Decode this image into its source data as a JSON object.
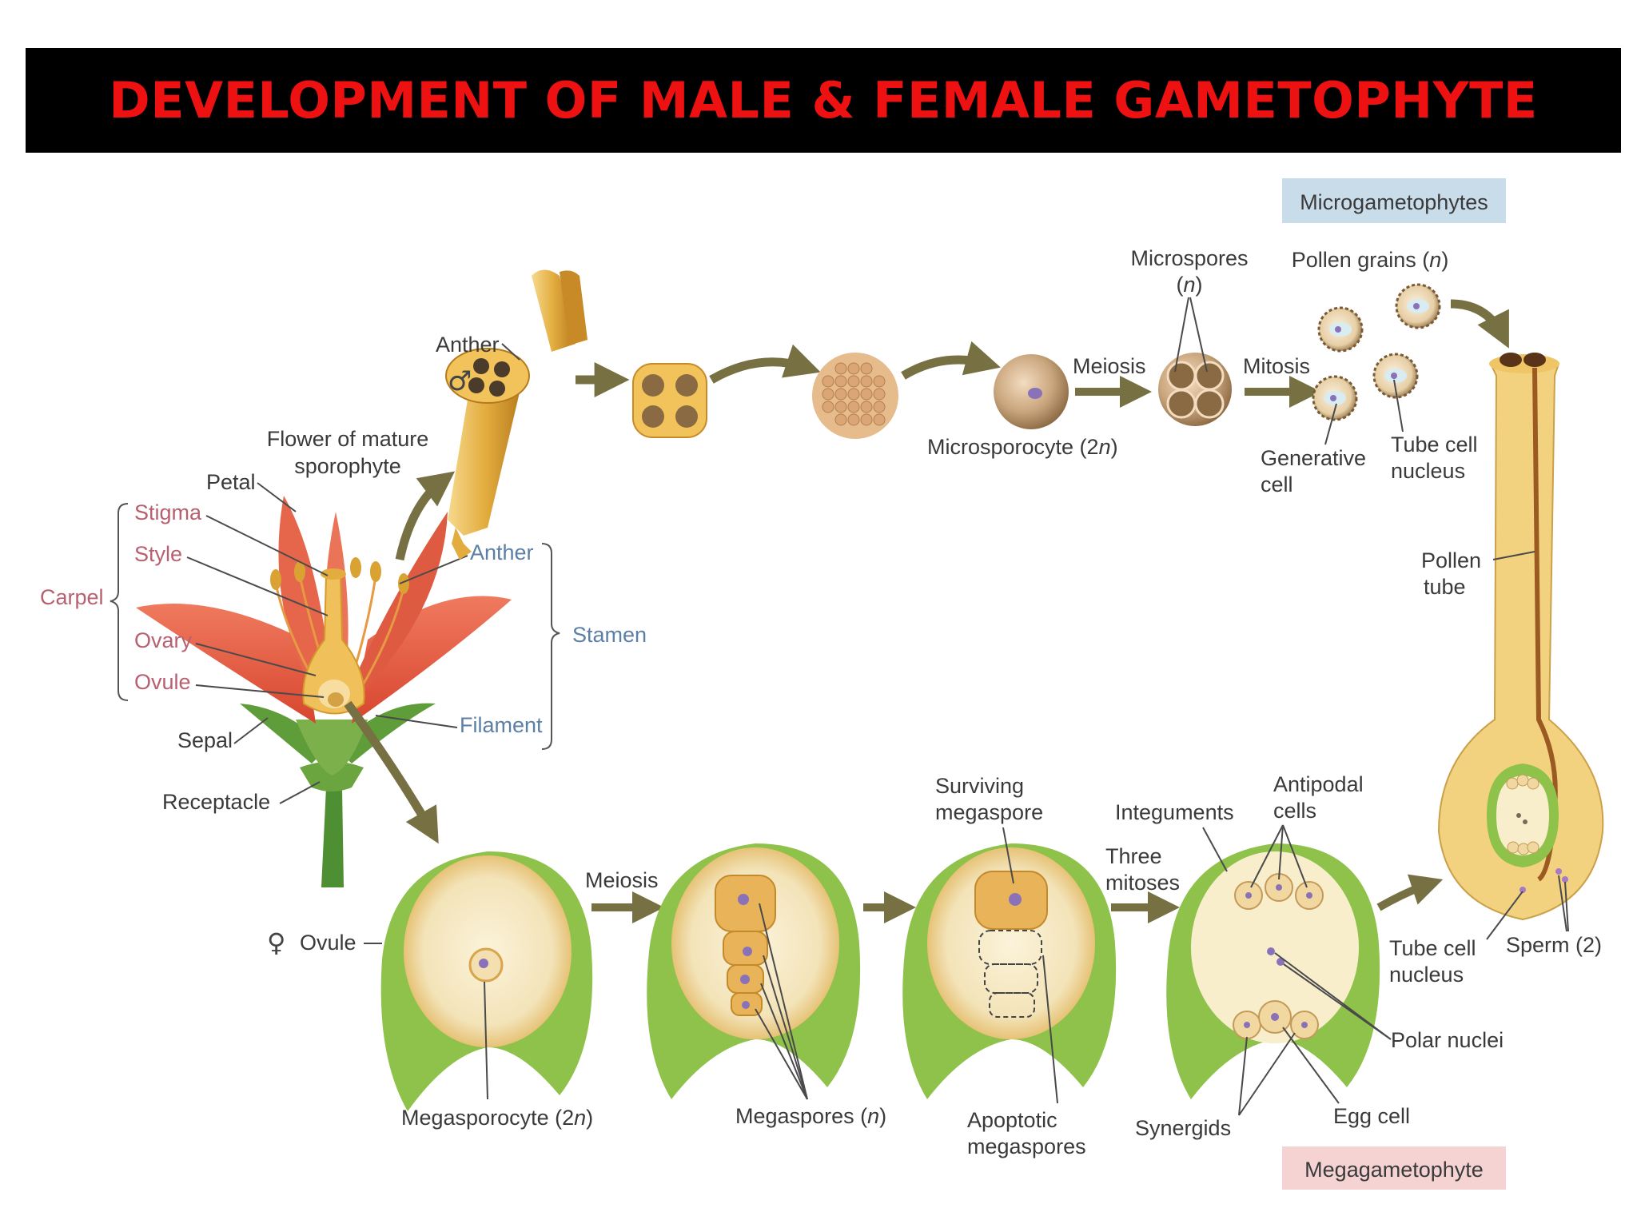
{
  "title": "DEVELOPMENT OF MALE & FEMALE GAMETOPHYTE",
  "boxes": {
    "micro": "Microgametophytes",
    "mega": "Megagametophyte"
  },
  "colors": {
    "title_text": "#ee1111",
    "title_bg": "#000000",
    "micro_box": "#c9dcea",
    "mega_box": "#f6d3d3",
    "arrow": "#767043",
    "ovule_green": "#8fc24a",
    "anther_gold": "#d9a233"
  },
  "flower": {
    "flower_line1": "Flower of mature",
    "flower_line2": "sporophyte",
    "petal": "Petal",
    "stigma": "Stigma",
    "style": "Style",
    "carpel": "Carpel",
    "ovary": "Ovary",
    "ovule": "Ovule",
    "sepal": "Sepal",
    "receptacle": "Receptacle",
    "anther": "Anther",
    "stamen": "Stamen",
    "filament": "Filament",
    "male_symbol": "♂",
    "female_symbol": "♀"
  },
  "male": {
    "anther": "Anther",
    "meiosis": "Meiosis",
    "mitosis": "Mitosis",
    "microsporocyte_a": "Microsporocyte (2",
    "microsporocyte_n": "n",
    "microsporocyte_b": ")",
    "microspores": "Microspores",
    "microspores_a": "(",
    "microspores_n": "n",
    "microspores_b": ")",
    "pollen_a": "Pollen grains (",
    "pollen_n": "n",
    "pollen_b": ")",
    "generative_1": "Generative",
    "generative_2": "cell",
    "tube_nucleus_1": "Tube cell",
    "tube_nucleus_2": "nucleus"
  },
  "female": {
    "ovule": "Ovule",
    "meiosis": "Meiosis",
    "megasporocyte_a": "Megasporocyte (2",
    "megasporocyte_n": "n",
    "megasporocyte_b": ")",
    "megaspores_a": "Megaspores (",
    "megaspores_n": "n",
    "megaspores_b": ")",
    "surviving_1": "Surviving",
    "surviving_2": "megaspore",
    "apoptotic_1": "Apoptotic",
    "apoptotic_2": "megaspores",
    "three_1": "Three",
    "three_2": "mitoses",
    "integuments": "Integuments",
    "antipodal_1": "Antipodal",
    "antipodal_2": "cells",
    "synergids": "Synergids",
    "egg_cell": "Egg cell",
    "polar_nuclei": "Polar nuclei"
  },
  "pollen_tube": {
    "pollen_1": "Pollen",
    "pollen_2": "tube",
    "tube_nucleus_1": "Tube cell",
    "tube_nucleus_2": "nucleus",
    "sperm": "Sperm (2)"
  }
}
